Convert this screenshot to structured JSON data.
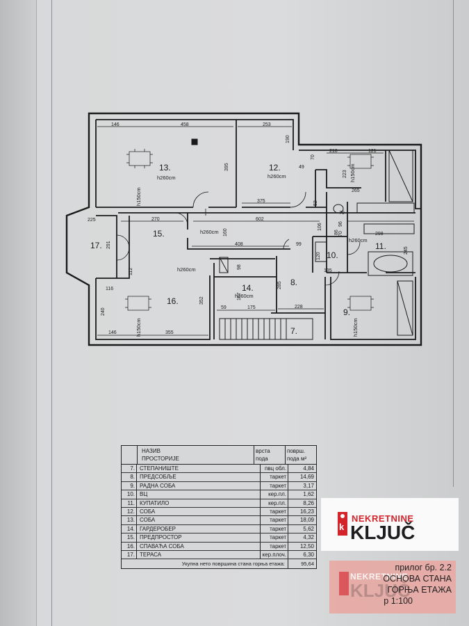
{
  "plan": {
    "room_labels": {
      "r13": "13.",
      "r12": "12.",
      "r17": "17.",
      "r15": "15.",
      "r11": "11.",
      "r10": "10.",
      "r16": "16.",
      "r14": "14.",
      "r8": "8.",
      "r9": "9.",
      "r7": "7."
    },
    "heights": {
      "h13": "h260cm",
      "h12": "h260cm",
      "h15": "h260cm",
      "h11": "h260cm",
      "h16": "h260cm",
      "h14": "h260cm",
      "v13": "h150cm",
      "v12": "h150cm",
      "v16": "h150cm",
      "v9": "h150cm"
    },
    "dims": {
      "d146a": "146",
      "d458": "458",
      "d395": "395",
      "d253": "253",
      "d190": "190",
      "d70a": "70",
      "d49": "49",
      "d218": "218",
      "d121": "121",
      "d223": "223",
      "d265": "265",
      "d375": "375",
      "d52": "52",
      "d70b": "70",
      "d225": "225",
      "d270": "270",
      "d602": "602",
      "d160": "160",
      "d106": "106",
      "d291": "291",
      "d408": "408",
      "d99": "99",
      "d298": "298",
      "d245": "245",
      "d70c": "70",
      "d120": "120",
      "d135": "135",
      "d112": "112",
      "d98": "98",
      "d116": "116",
      "d167": "167",
      "d352": "352",
      "d285": "285",
      "d240": "240",
      "d59": "59",
      "d175": "175",
      "d228": "228",
      "d146b": "146",
      "d355": "355",
      "d86": "86",
      "d96": "96"
    }
  },
  "legend": {
    "header": {
      "name": "НАЗИВ\nПРОСТОРИЈЕ",
      "floor": "врста\nпода",
      "area": "површ.\nпода м²"
    },
    "rows": [
      {
        "num": "7.",
        "name": "СТЕПАНИШТЕ",
        "floor": "пвц обл.",
        "area": "4,84"
      },
      {
        "num": "8.",
        "name": "ПРЕДСОБЉЕ",
        "floor": "таркет",
        "area": "14,69"
      },
      {
        "num": "9.",
        "name": "РАДНА СОБА",
        "floor": "таркет",
        "area": "3,17"
      },
      {
        "num": "10.",
        "name": "ВЦ",
        "floor": "кер.пл.",
        "area": "1,62"
      },
      {
        "num": "11.",
        "name": "КУПАТИЛО",
        "floor": "кер.пл.",
        "area": "8,26"
      },
      {
        "num": "12.",
        "name": "СОБА",
        "floor": "таркет",
        "area": "16,23"
      },
      {
        "num": "13.",
        "name": "СОБА",
        "floor": "таркет",
        "area": "18,09"
      },
      {
        "num": "14.",
        "name": "ГАРДЕРОБЕР",
        "floor": "таркет",
        "area": "5,62"
      },
      {
        "num": "15.",
        "name": "ПРЕДПРОСТОР",
        "floor": "таркет",
        "area": "4,32"
      },
      {
        "num": "16.",
        "name": "СПАВАЋА СОБА",
        "floor": "таркет",
        "area": "12,50"
      },
      {
        "num": "17.",
        "name": "ТЕРАСА",
        "floor": "кер.плоч.",
        "area": "6,30"
      }
    ],
    "total_label": "Укупна нето површина стана горња етажа:",
    "total_value": "95,64"
  },
  "watermark": {
    "brand_top": "NEKRETNINE",
    "brand_name": "KLJUČ"
  },
  "caption": {
    "line1": "прилог бр. 2.2",
    "line2": "ОСНОВА СТАНА",
    "line3": "ГОРЊА ЕТАЖА",
    "line4": "р 1:100"
  },
  "colors": {
    "brand_red": "#d5232a",
    "ink": "#1a1a1a",
    "paper": "#dadbdc"
  }
}
